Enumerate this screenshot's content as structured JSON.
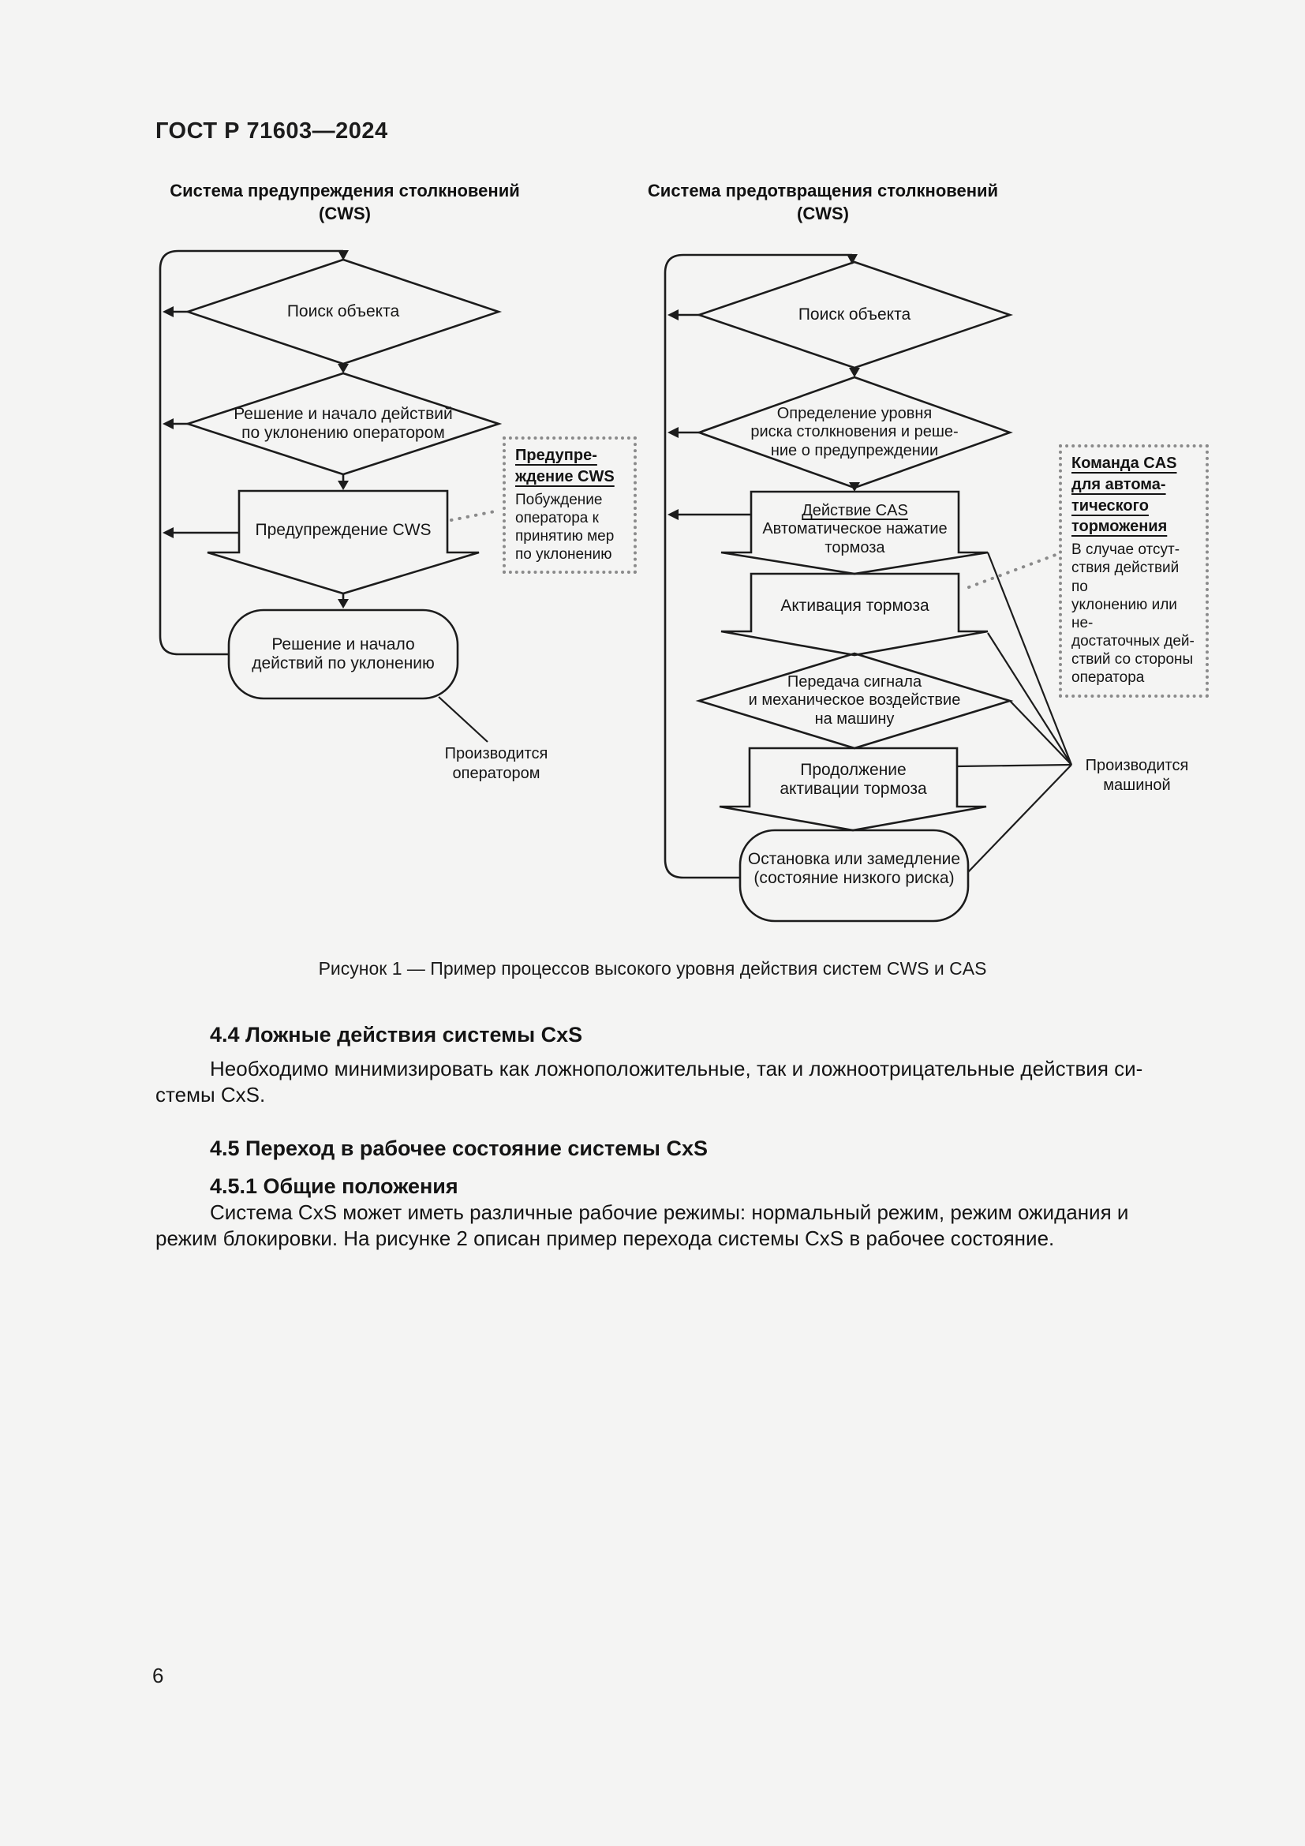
{
  "header": {
    "doc_number": "ГОСТ Р 71603—2024"
  },
  "figure": {
    "caption": "Рисунок 1 — Пример процессов высокого уровня действия систем CWS и CAS",
    "cws": {
      "title": "Система предупреждения столкновений\n(CWS)",
      "search": "Поиск объекта",
      "decision": "Решение и начало действий\nпо уклонению оператором",
      "warning": "Предупреждение CWS",
      "action": "Решение и начало\nдействий по уклонению",
      "note_title": "Предупре-\nждение CWS",
      "note_body": "Побуждение\nоператора к\nпринятию мер\nпо уклонению",
      "actor": "Производится\nоператором"
    },
    "cas": {
      "title": "Система предотвращения столкновений\n(CWS)",
      "search": "Поиск объекта",
      "risk": "Определение уровня\nриска столкновения и реше-\nние о предупреждении",
      "cas_action_title": "Действие CAS",
      "cas_action_body": "Автоматическое нажатие\nтормоза",
      "brake": "Активация тормоза",
      "signal": "Передача сигнала\nи механическое воздействие\nна машину",
      "continue_brake": "Продолжение\nактивации тормоза",
      "stop": "Остановка или замедление\n(состояние низкого риска)",
      "note_title": "Команда CAS\nдля автома-\nтического\nторможения",
      "note_body": "В случае отсут-\nствия действий по\nуклонению или не-\nдостаточных дей-\nствий со стороны\nоператора",
      "actor": "Производится\nмашиной"
    }
  },
  "sections": {
    "s44_heading": "4.4 Ложные действия системы CxS",
    "s44_para": "Необходимо минимизировать как ложноположительные, так и ложноотрицательные действия си-\nстемы CxS.",
    "s45_heading": "4.5 Переход в рабочее состояние системы CxS",
    "s451_heading": "4.5.1 Общие положения",
    "s451_para": "Система CxS может иметь различные рабочие режимы: нормальный режим, режим ожидания и\nрежим блокировки. На рисунке 2 описан пример перехода системы CxS в рабочее состояние."
  },
  "footer": {
    "page_number": "6"
  }
}
